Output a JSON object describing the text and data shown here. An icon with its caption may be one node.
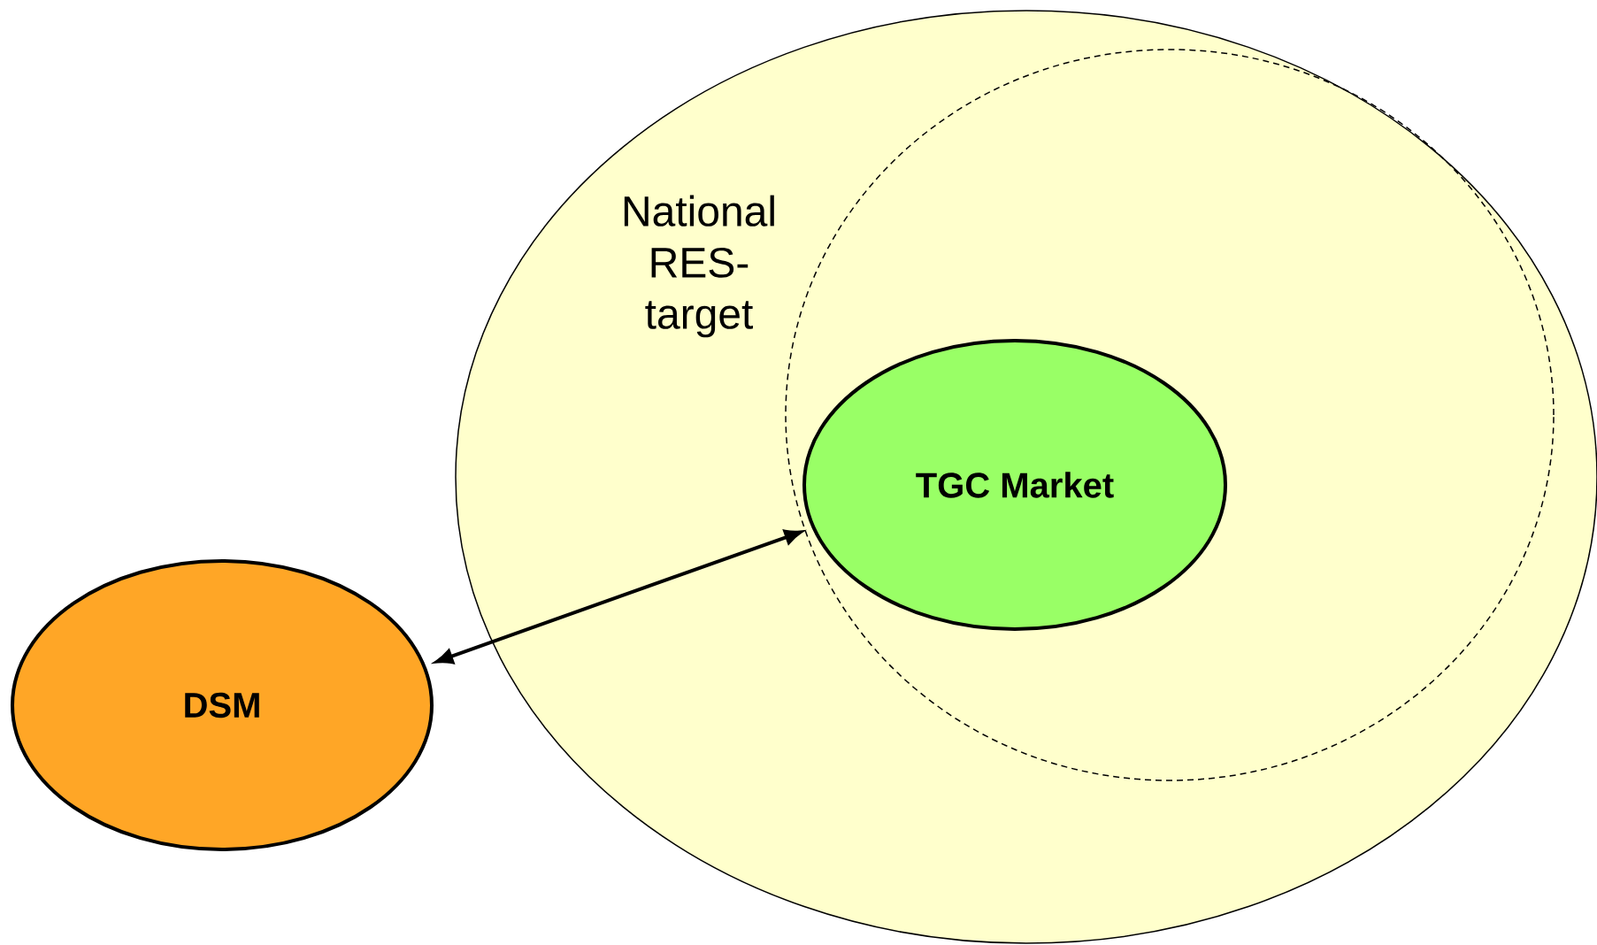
{
  "diagram": {
    "nodes": [
      {
        "text": [
          "National RES-target"
        ]
      },
      {
        "text": [],
        "shape": "ellipse",
        "in": 0
      },
      {
        "text": [
          "TGC Market"
        ],
        "in": 1
      },
      {
        "text": [
          "DSM"
        ]
      }
    ],
    "edges": [
      {
        "from": 3,
        "to": 2,
        "arrow": "both"
      }
    ]
  }
}
